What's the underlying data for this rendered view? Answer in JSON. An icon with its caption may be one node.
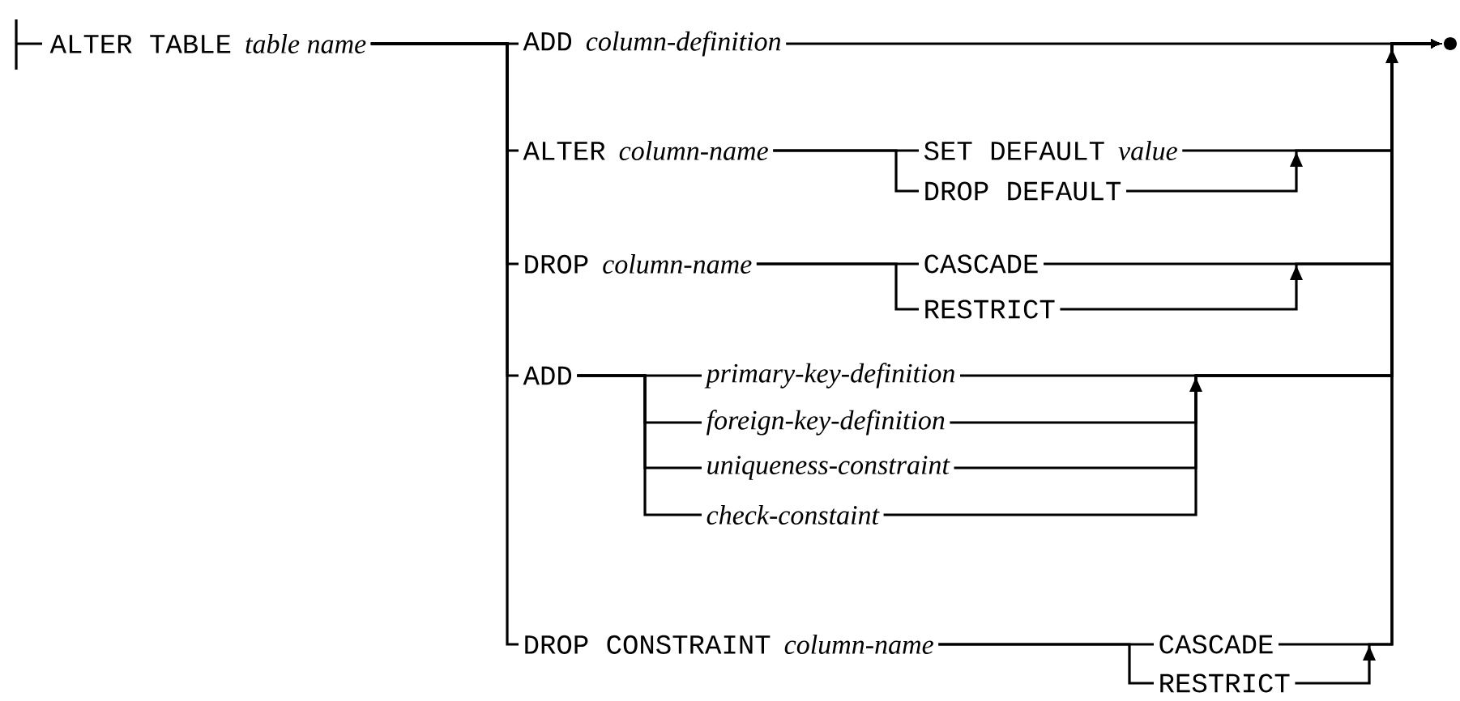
{
  "diagram": {
    "nodes": [
      {
        "text": [
          "ALTER TABLE",
          "table name"
        ]
      },
      {
        "text": [
          "ADD",
          "column-definition"
        ]
      },
      {
        "text": [
          "ALTER",
          "column-name"
        ]
      },
      {
        "text": [
          "SET DEFAULT",
          "value"
        ]
      },
      {
        "text": [
          "DROP DEFAULT"
        ]
      },
      {
        "text": [
          "DROP",
          "column-name"
        ]
      },
      {
        "text": [
          "CASCADE"
        ]
      },
      {
        "text": [
          "RESTRICT"
        ]
      },
      {
        "text": [
          "ADD"
        ]
      },
      {
        "text": [
          "primary-key-definition"
        ]
      },
      {
        "text": [
          "foreign-key-definition"
        ]
      },
      {
        "text": [
          "uniqueness-constraint"
        ]
      },
      {
        "text": [
          "check-constaint"
        ]
      },
      {
        "text": [
          "DROP CONSTRAINT",
          "column-name"
        ]
      },
      {
        "text": [
          "CASCADE"
        ]
      },
      {
        "text": [
          "RESTRICT"
        ]
      },
      {
        "text": [],
        "shape": "circle"
      }
    ],
    "edges": [
      {
        "from": 0,
        "to": 1,
        "arrow": "none"
      },
      {
        "from": 0,
        "to": 2,
        "arrow": "none"
      },
      {
        "from": 0,
        "to": 5,
        "arrow": "none"
      },
      {
        "from": 0,
        "to": 8,
        "arrow": "none"
      },
      {
        "from": 0,
        "to": 13,
        "arrow": "none"
      },
      {
        "from": 2,
        "to": 3,
        "arrow": "none"
      },
      {
        "from": 2,
        "to": 4,
        "arrow": "none"
      },
      {
        "from": 3,
        "to": 16,
        "arrow": "to"
      },
      {
        "from": 4,
        "to": 16,
        "arrow": "to"
      },
      {
        "from": 5,
        "to": 6,
        "arrow": "none"
      },
      {
        "from": 5,
        "to": 7,
        "arrow": "none"
      },
      {
        "from": 6,
        "to": 16,
        "arrow": "to"
      },
      {
        "from": 7,
        "to": 16,
        "arrow": "to"
      },
      {
        "from": 8,
        "to": 9,
        "arrow": "none"
      },
      {
        "from": 8,
        "to": 10,
        "arrow": "none"
      },
      {
        "from": 8,
        "to": 11,
        "arrow": "none"
      },
      {
        "from": 8,
        "to": 12,
        "arrow": "none"
      },
      {
        "from": 9,
        "to": 16,
        "arrow": "to"
      },
      {
        "from": 10,
        "to": 16,
        "arrow": "to"
      },
      {
        "from": 11,
        "to": 16,
        "arrow": "to"
      },
      {
        "from": 12,
        "to": 16,
        "arrow": "to"
      },
      {
        "from": 13,
        "to": 14,
        "arrow": "none"
      },
      {
        "from": 13,
        "to": 15,
        "arrow": "none"
      },
      {
        "from": 14,
        "to": 16,
        "arrow": "to"
      },
      {
        "from": 15,
        "to": 16,
        "arrow": "to"
      },
      {
        "from": 1,
        "to": 16,
        "arrow": "to"
      }
    ]
  }
}
